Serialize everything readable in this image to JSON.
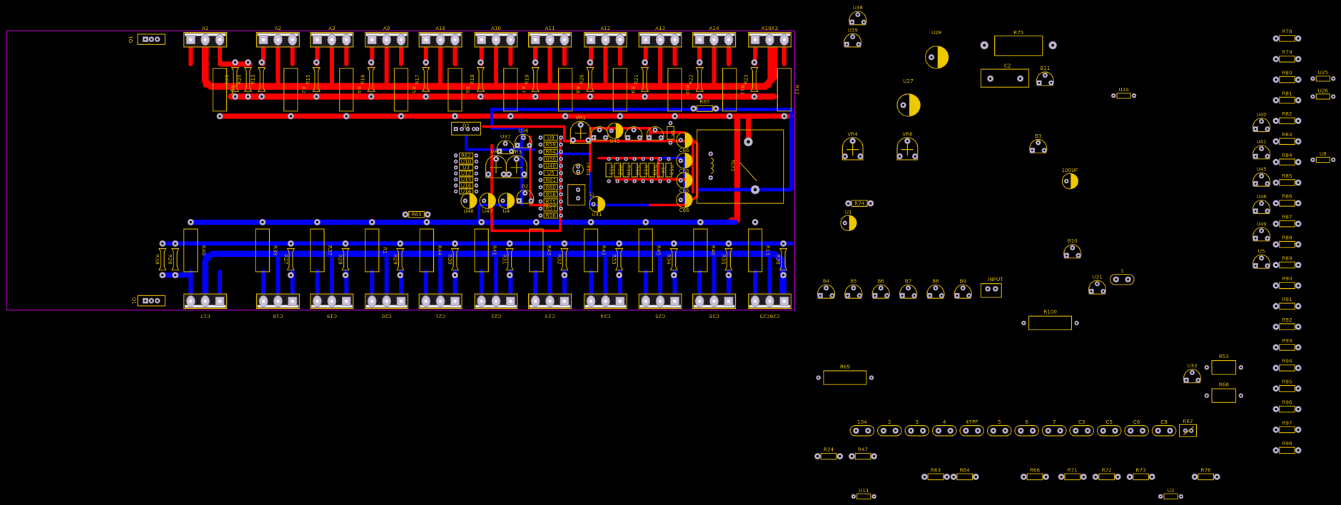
{
  "colors": {
    "background": "#000000",
    "top_copper": "#ff0000",
    "bottom_copper": "#0000ff",
    "silkscreen": "#c8a400",
    "board_outline": "#b000c0",
    "pad": "#c9bfd6"
  },
  "board": {
    "corner_connectors": [
      "Q1",
      "Q1"
    ],
    "top_connectors": [
      "A1",
      "A2",
      "A3",
      "A9",
      "A16",
      "A10",
      "A11",
      "A12",
      "A13",
      "A14",
      "A19A3"
    ],
    "bottom_connectors": [
      "C17",
      "C18",
      "C19",
      "C20",
      "C21",
      "C22",
      "C23",
      "C24",
      "C25",
      "C26",
      "C26C25"
    ],
    "top_small_resistors": [
      "R26",
      "R25",
      "R13",
      "R15",
      "R16",
      "R17",
      "R18",
      "R19",
      "R20",
      "R21",
      "R22",
      "R23"
    ],
    "top_large_resistors": [
      "R14",
      "R2",
      "R4",
      "R5",
      "R6",
      "R7",
      "R8",
      "R9",
      "R10",
      "R11",
      "R12"
    ],
    "bottom_small_resistors": [
      "R38",
      "R26",
      "R27",
      "R28",
      "R29",
      "R30",
      "R31",
      "R32",
      "R33",
      "R34",
      "R35",
      "R36"
    ],
    "bottom_large_resistors": [
      "R40",
      "R39",
      "R37",
      "R1",
      "R44",
      "R41",
      "R43",
      "R42",
      "R45",
      "R46",
      "R13"
    ],
    "center": {
      "connector": "Q1",
      "transistors": [
        "U36",
        "U37",
        "B2"
      ],
      "pots": [
        "VR2",
        "VR3",
        "VR1"
      ],
      "left_column": [
        "R62",
        "U10",
        "U3",
        "U12",
        "U15",
        "U16",
        "U14"
      ],
      "right_column": [
        "U9",
        "R59",
        "R64",
        "U30",
        "U40",
        "U5",
        "R61",
        "R60",
        "R58",
        "R55",
        "R57",
        "R56"
      ],
      "elec_caps": [
        "U48",
        "U47",
        "U4",
        "U41",
        "U43"
      ],
      "led": "LED1",
      "jumper": "J2",
      "row_resistors": [
        "R51",
        "R52",
        "R10",
        "R40",
        "R12",
        "R49",
        "1K",
        "R50"
      ],
      "vertical_1k": "1K",
      "relay": "RLY2",
      "r65": "R65",
      "side_cap": "C66"
    }
  },
  "parts": {
    "transistors_top": [
      {
        "label": "U38"
      },
      {
        "label": "U39"
      }
    ],
    "elec_large": [
      "U28",
      "U27"
    ],
    "r75": "R75",
    "c2": "C2",
    "b_transistors": [
      "B11",
      "B3",
      "B10"
    ],
    "u24": "U24",
    "resistor_column": [
      "R78",
      "R79",
      "R80",
      "R81",
      "R82",
      "R83",
      "R84",
      "R85",
      "R86",
      "R87",
      "R88",
      "R89",
      "R90",
      "R91",
      "R92",
      "R93",
      "R94",
      "R95",
      "R96",
      "R97",
      "R98"
    ],
    "small_parts_right": [
      "U25",
      "U26",
      "U8"
    ],
    "u_column": [
      "U40",
      "U41",
      "U45",
      "U46",
      "U49",
      "U5"
    ],
    "pots": [
      "VR4",
      "VR6"
    ],
    "cap_100uf": "100UF",
    "r74": "R74",
    "u1": "U1",
    "b_row": [
      "B4",
      "B5",
      "B6",
      "B7",
      "B8",
      "B9"
    ],
    "input": "INPUT",
    "u31": "U31",
    "cap_1": "1",
    "r100": "R100",
    "r69": "R69",
    "u32": "U32",
    "r53": "R53",
    "r68": "R68",
    "cap_row": [
      "104",
      "2",
      "3",
      "4",
      "47PF",
      "5",
      "6",
      "7",
      "C3",
      "C5",
      "C6",
      "C8"
    ],
    "r67": "R67",
    "r_row_a": [
      "R24",
      "R47"
    ],
    "r_row_b": [
      "R63",
      "R64",
      "R66",
      "R71",
      "R72",
      "R73",
      "R76"
    ],
    "u11": "U11",
    "u2": "U2"
  }
}
